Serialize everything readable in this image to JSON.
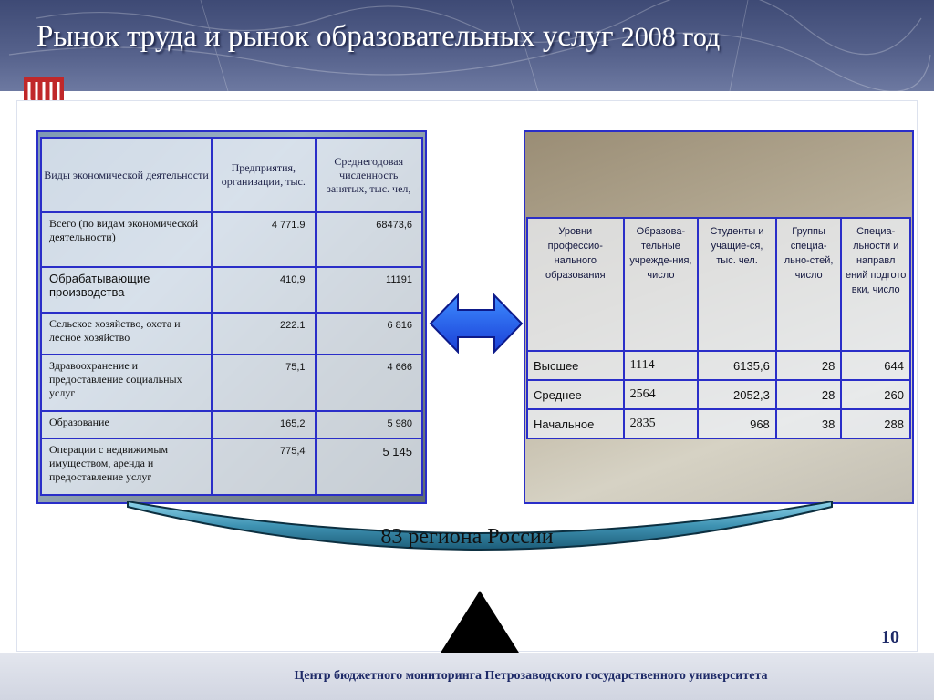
{
  "slide": {
    "title": "Рынок труда и рынок образовательных услуг",
    "year": "2008 год",
    "page_number": "10",
    "footer": "Центр бюджетного мониторинга Петрозаводского государственного университета",
    "caption": "83 региона России"
  },
  "left_table": {
    "headers": [
      "Виды экономической деятельности",
      "Предприятия, организации, тыс.",
      "Среднегодовая численность занятых, тыс. чел,"
    ],
    "rows": [
      {
        "label": "Всего (по видам экономической деятельности)",
        "enterprises": "4 771.9",
        "employed": "68473,6"
      },
      {
        "label": "Обрабатывающие производства",
        "enterprises": "410,9",
        "employed": "11191"
      },
      {
        "label": "Сельское хозяйство, охота и лесное хозяйство",
        "enterprises": "222.1",
        "employed": "6 816"
      },
      {
        "label": "Здравоохранение и предоставление социальных услуг",
        "enterprises": "75,1",
        "employed": "4 666"
      },
      {
        "label": "Образование",
        "enterprises": "165,2",
        "employed": "5 980"
      },
      {
        "label": "Операции с недвижимым имуществом, аренда и предоставление услуг",
        "enterprises": "775,4",
        "employed": "5 145"
      }
    ]
  },
  "right_table": {
    "headers": [
      "Уровни профессио-нального образования",
      "Образова-тельные учрежде-ния, число",
      "Студенты и учащие-ся, тыс. чел.",
      "Группы специа-льно-стей, число",
      "Специа-льности и направл ений подгото вки, число"
    ],
    "rows": [
      {
        "level": "Высшее",
        "institutions": "1114",
        "students": "6135,6",
        "groups": "28",
        "specialties": "644"
      },
      {
        "level": "Среднее",
        "institutions": "2564",
        "students": "2052,3",
        "groups": "28",
        "specialties": "260"
      },
      {
        "level": "Начальное",
        "institutions": "2835",
        "students": "968",
        "groups": "38",
        "specialties": "288"
      }
    ]
  },
  "colors": {
    "accent_blue": "#2a2ec8",
    "header_band": "#56628c",
    "logo_red": "#c0282a",
    "scale_bar": "#3f93b3"
  },
  "icons": {
    "logo": "university-logo-icon",
    "arrow": "double-arrow-icon",
    "fulcrum": "triangle-icon"
  }
}
